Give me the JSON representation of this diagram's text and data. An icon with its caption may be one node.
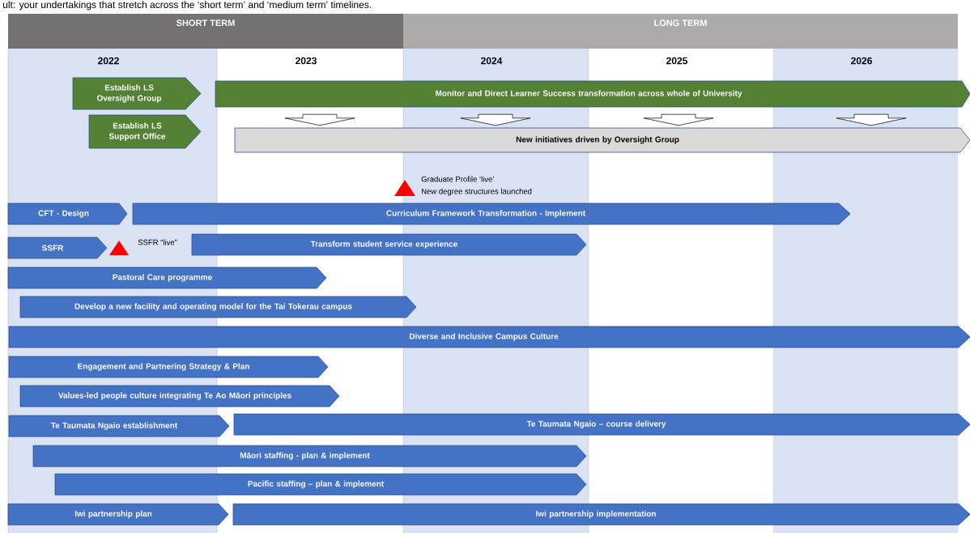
{
  "diagram": {
    "nodes": [
      {
        "text": [
          "SHORT TERM"
        ]
      },
      {
        "text": [
          "LONG TERM"
        ]
      },
      {
        "text": [
          "Establish LS Oversight Group"
        ]
      },
      {
        "text": [
          "Monitor and Direct Learner Success transformation across whole of University"
        ]
      },
      {
        "text": [
          "Establish LS Support Office"
        ]
      },
      {
        "text": [
          "New initiatives driven by Oversight Group"
        ]
      },
      {
        "text": [
          "CFT - Design"
        ]
      },
      {
        "text": [
          "Curriculum Framework Transformation - Implement"
        ]
      },
      {
        "text": [
          "SSFR"
        ]
      },
      {
        "text": [
          "Transform student service experience"
        ]
      },
      {
        "text": [
          "Pastoral Care programme"
        ]
      },
      {
        "text": [
          "Develop a new facility and operating model for the Tai Tokerau campus"
        ]
      },
      {
        "text": [
          "Diverse and Inclusive Campus Culture"
        ]
      },
      {
        "text": [
          "Engagement and Partnering Strategy & Plan"
        ]
      },
      {
        "text": [
          "Values-led people culture integrating Te Ao Māori principles"
        ]
      },
      {
        "text": [
          "Te Taumata Ngaio establishment"
        ]
      },
      {
        "text": [
          "Te Taumata Ngaio – course delivery"
        ]
      },
      {
        "text": [
          "Māori staffing - plan & implement"
        ]
      },
      {
        "text": [
          "Pacific staffing – plan & implement"
        ]
      },
      {
        "text": [
          "Iwi partnership plan"
        ]
      },
      {
        "text": [
          "Iwi partnership implementation"
        ]
      }
    ],
    "edges": [
      {
        "from": 3,
        "to": 5,
        "arrow": "to"
      },
      {
        "from": 3,
        "to": 5,
        "arrow": "to"
      },
      {
        "from": 3,
        "to": 5,
        "arrow": "to"
      },
      {
        "from": 3,
        "to": 5,
        "arrow": "to"
      }
    ],
    "labels": [
      "ult: your undertakings that stretch across the ‘short term’ and ‘medium term’ timelines.",
      "2022",
      "2023",
      "2024",
      "2025",
      "2026",
      "Graduate Profile ‘live’",
      "New degree structures launched",
      "SSFR “live”"
    ]
  }
}
